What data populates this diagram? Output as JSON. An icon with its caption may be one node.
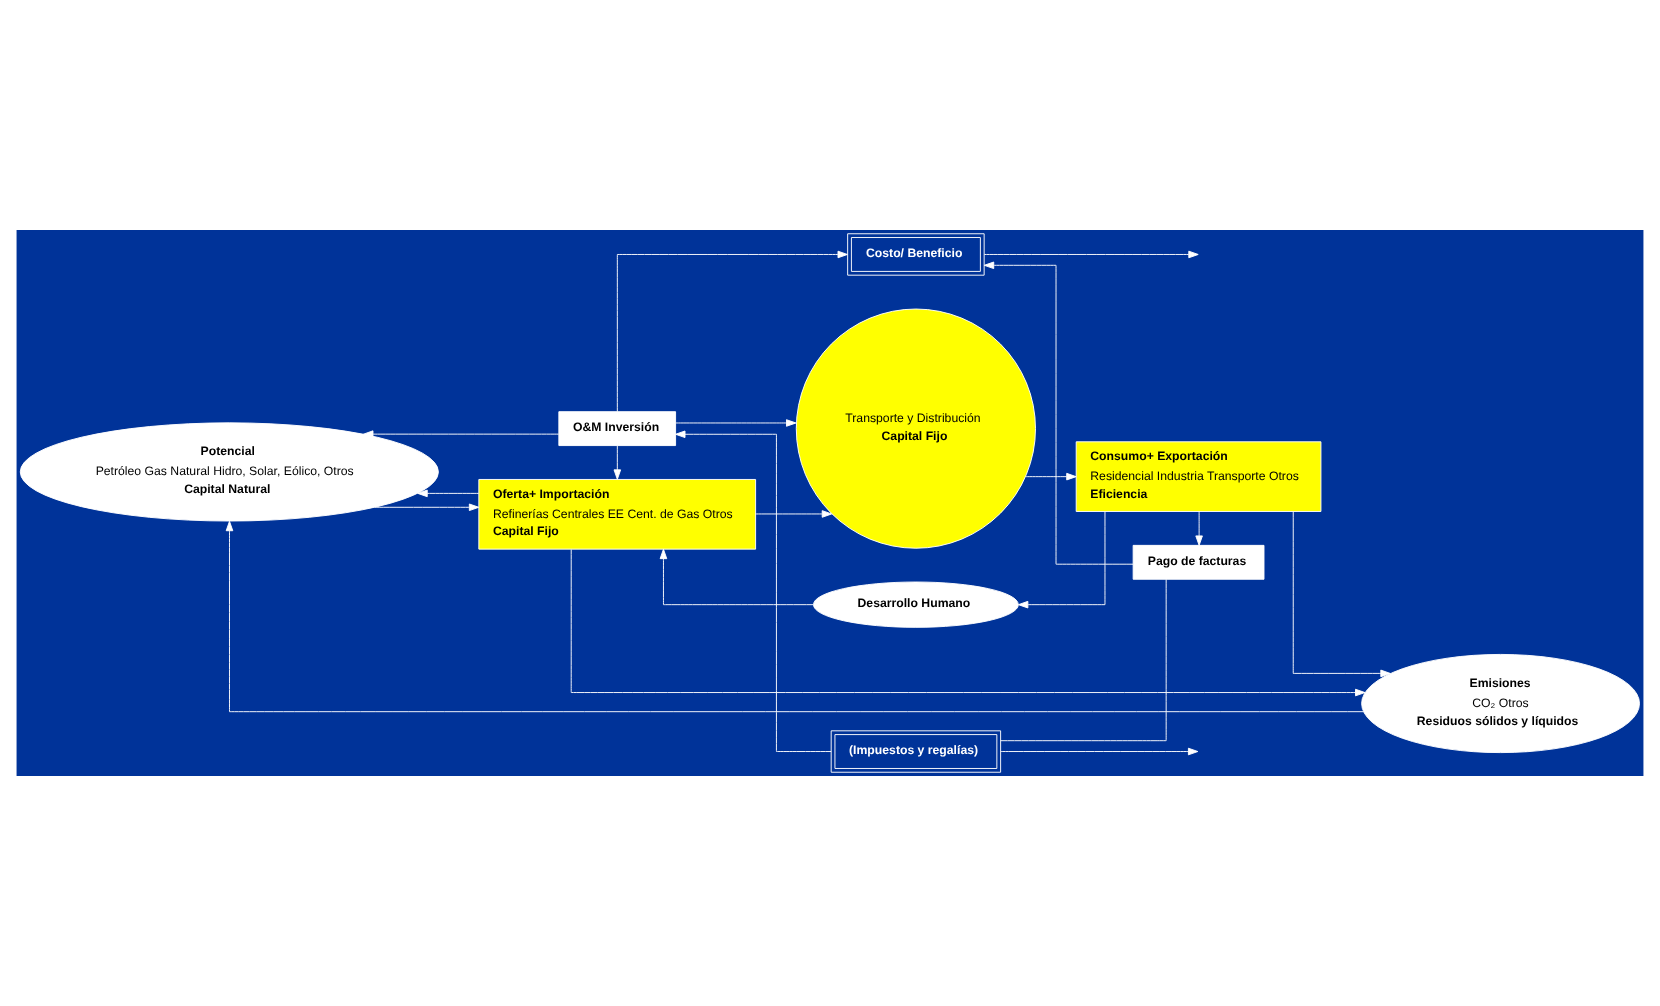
{
  "diagram": {
    "nodes": [
      {
        "text": [
          "Potencial",
          "Petróleo Gas Natural Hidro, Solar, Eólico, Otros",
          "Capital Natural"
        ]
      },
      {
        "text": [
          "Oferta+ Importación",
          "Refinerías Centrales EE Cent. de Gas Otros",
          "Capital Fijo"
        ]
      },
      {
        "text": [
          "Desarrollo Humano"
        ]
      },
      {
        "text": [
          "Transporte y Distribución",
          "Capital Fijo"
        ]
      },
      {
        "text": [
          "Consumo+ Exportación",
          "Residencial Industria Transporte Otros",
          "Eficiencia"
        ]
      },
      {
        "text": [
          "Emisiones",
          "CO₂ Otros",
          "Residuos sólidos y líquidos"
        ]
      },
      {
        "text": [
          "O&M Inversión"
        ]
      },
      {
        "text": [
          "Costo/ Beneficio"
        ]
      },
      {
        "text": [
          "Pago de facturas"
        ]
      },
      {
        "text": [
          "(Impuestos y regalías)"
        ]
      }
    ],
    "edges": [
      {
        "from": 0,
        "to": 1,
        "arrow": "to"
      },
      {
        "from": 1,
        "to": 3,
        "arrow": "to"
      },
      {
        "from": 3,
        "to": 4,
        "arrow": "to"
      },
      {
        "from": 4,
        "to": 5,
        "arrow": "to"
      },
      {
        "from": 1,
        "to": 0,
        "arrow": "to"
      },
      {
        "from": 1,
        "to": 5,
        "arrow": "to"
      },
      {
        "from": 2,
        "to": 1,
        "arrow": "to"
      },
      {
        "from": 4,
        "to": 2,
        "arrow": "to"
      },
      {
        "from": 6,
        "to": 0,
        "arrow": "to"
      },
      {
        "from": 6,
        "to": 1,
        "arrow": "to"
      },
      {
        "from": 6,
        "to": 3,
        "arrow": "to"
      },
      {
        "from": 6,
        "to": 7,
        "arrow": "to"
      },
      {
        "from": 4,
        "to": 8,
        "arrow": "to"
      },
      {
        "from": 8,
        "to": 7,
        "arrow": "to"
      },
      {
        "from": 8,
        "to": 9,
        "arrow": "none"
      },
      {
        "from": 9,
        "to": 6,
        "arrow": "to"
      },
      {
        "from": 7,
        "to": null,
        "arrow": "to"
      },
      {
        "from": 9,
        "to": null,
        "arrow": "to"
      },
      {
        "from": 5,
        "to": 0,
        "arrow": "to"
      }
    ]
  }
}
